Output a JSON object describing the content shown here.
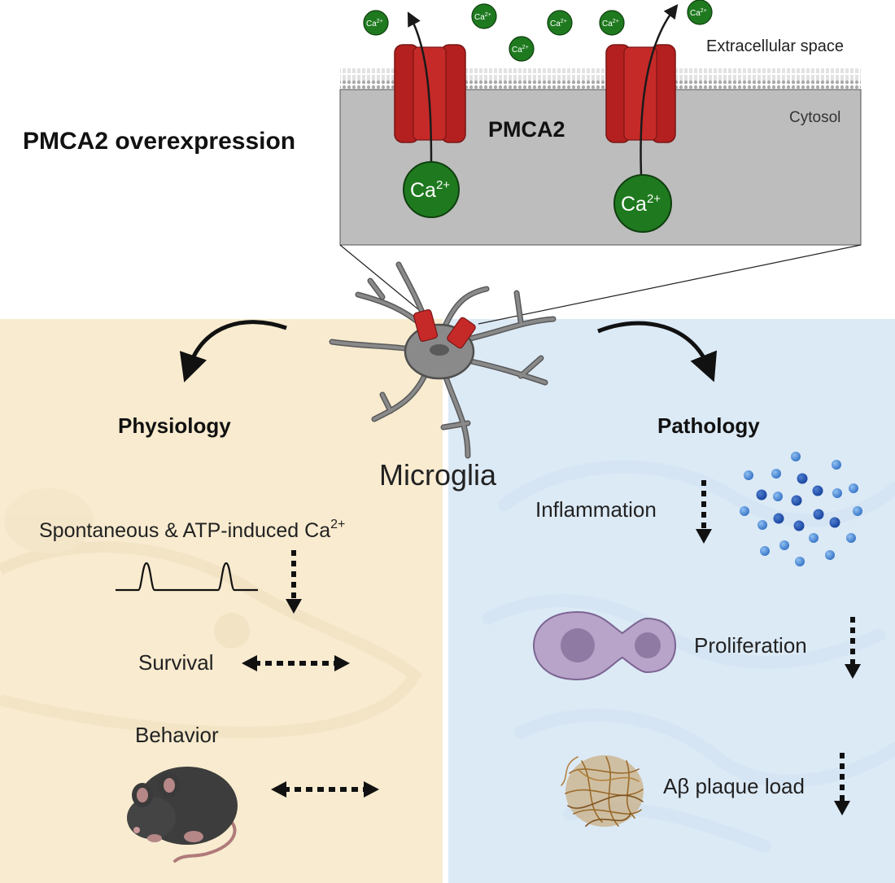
{
  "title": "PMCA2 overexpression",
  "membrane": {
    "extracellular_label": "Extracellular space",
    "cytosol_label": "Cytosol",
    "pump_label": "PMCA2",
    "ion_base": "Ca",
    "ion_charge": "2+"
  },
  "cell": {
    "label": "Microglia"
  },
  "physiology": {
    "heading": "Physiology",
    "calcium_label": "Spontaneous & ATP-induced Ca",
    "calcium_superscript": "2+",
    "survival_label": "Survival",
    "behavior_label": "Behavior"
  },
  "pathology": {
    "heading": "Pathology",
    "inflammation_label": "Inflammation",
    "proliferation_label": "Proliferation",
    "plaque_label": "Aβ plaque load"
  },
  "colors": {
    "physiology_bg": "#f8ebcf",
    "pathology_bg": "#dceaf6",
    "pump_red": "#b3201f",
    "calcium_green": "#1f7a1f",
    "cytosol_gray": "#bdbdbd"
  }
}
